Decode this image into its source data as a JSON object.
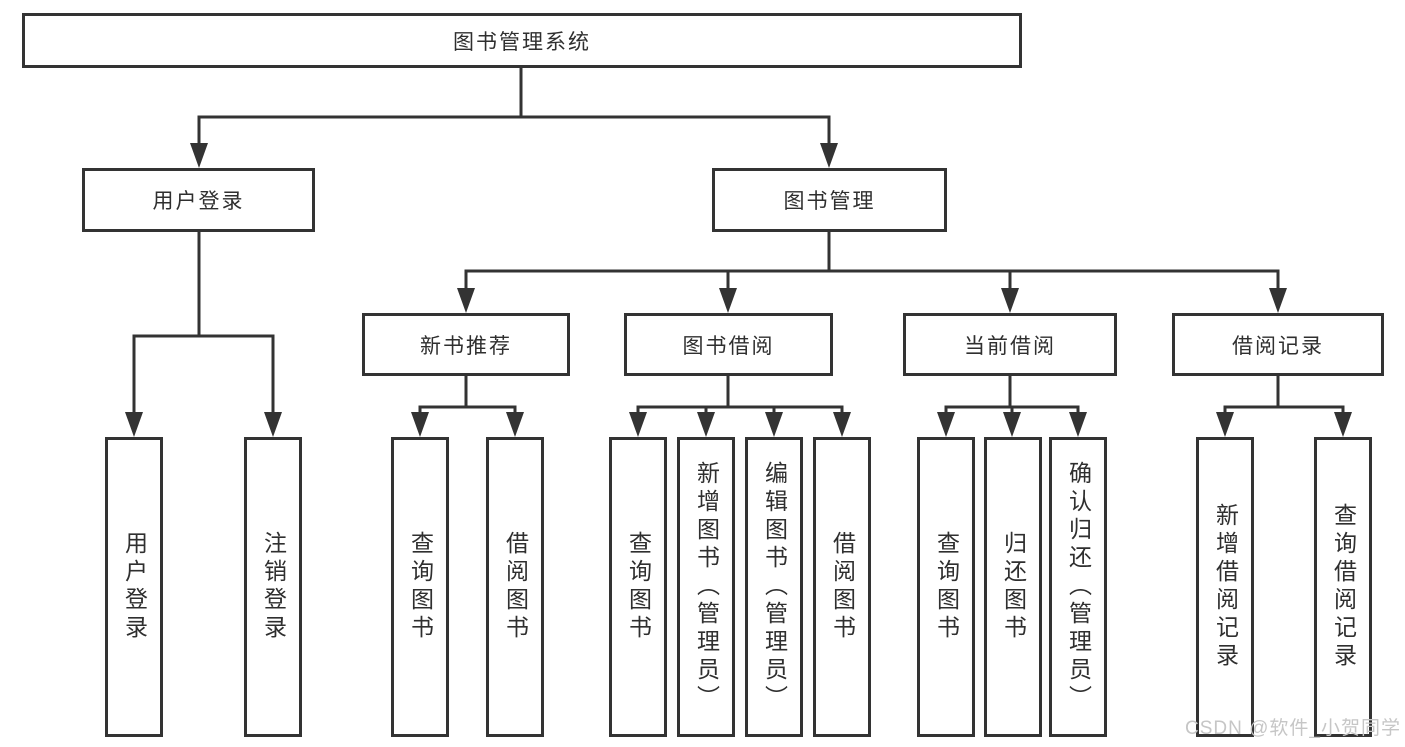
{
  "palette": {
    "line": "#333333",
    "box_border": "#333333",
    "text": "#2f2f2f",
    "watermark_color": "#c6c6c6",
    "background": "#ffffff"
  },
  "tree": {
    "label": "图书管理系统",
    "children": [
      {
        "label": "用户登录",
        "children": [
          {
            "label": "用户登录"
          },
          {
            "label": "注销登录"
          }
        ]
      },
      {
        "label": "图书管理",
        "children": [
          {
            "label": "新书推荐",
            "children": [
              {
                "label": "查询图书"
              },
              {
                "label": "借阅图书"
              }
            ]
          },
          {
            "label": "图书借阅",
            "children": [
              {
                "label": "查询图书"
              },
              {
                "label": "新增图书（管理员）"
              },
              {
                "label": "编辑图书（管理员）"
              },
              {
                "label": "借阅图书"
              }
            ]
          },
          {
            "label": "当前借阅",
            "children": [
              {
                "label": "查询图书"
              },
              {
                "label": "归还图书"
              },
              {
                "label": "确认归还（管理员）"
              }
            ]
          },
          {
            "label": "借阅记录",
            "children": [
              {
                "label": "新增借阅记录"
              },
              {
                "label": "查询借阅记录"
              }
            ]
          }
        ]
      }
    ]
  },
  "watermark": {
    "text": "CSDN @软件_小贺同学"
  }
}
